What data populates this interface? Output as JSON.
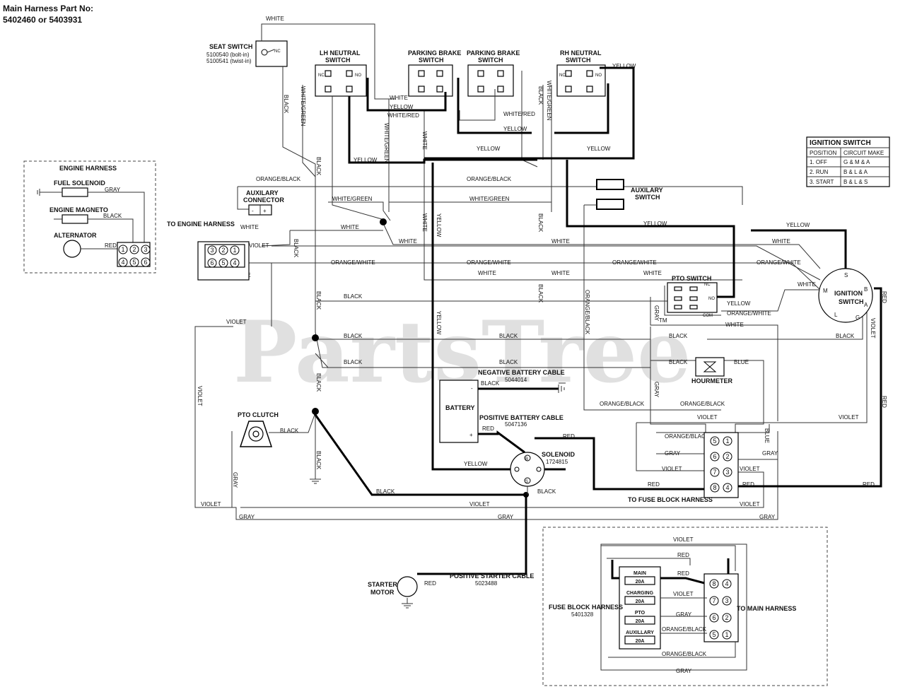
{
  "header": {
    "line1": "Main Harness Part No:",
    "line2": "5402460 or 5403931"
  },
  "watermark": {
    "text": "PartsTree",
    "tm": "TM"
  },
  "engine_harness": {
    "title": "ENGINE HARNESS",
    "fuel_solenoid": "FUEL SOLENOID",
    "engine_magneto": "ENGINE MAGNETO",
    "alternator": "ALTERNATOR",
    "wire_gray": "GRAY",
    "wire_black": "BLACK",
    "wire_red": "RED",
    "pins": [
      "1",
      "2",
      "3",
      "4",
      "5",
      "6"
    ]
  },
  "seat_switch": {
    "title": "SEAT SWITCH",
    "part1": "5100540 (bolt-in)",
    "part2": "5100541 (twist-in)",
    "nc": "NC"
  },
  "switches": {
    "lh_neutral": [
      "LH NEUTRAL",
      "SWITCH"
    ],
    "parking_brake_1": [
      "PARKING BRAKE",
      "SWITCH"
    ],
    "parking_brake_2": [
      "PARKING BRAKE",
      "SWITCH"
    ],
    "rh_neutral": [
      "RH NEUTRAL",
      "SWITCH"
    ],
    "nc": "NC",
    "no": "NO"
  },
  "ignition_table": {
    "title": "IGNITION SWITCH",
    "headers": [
      "POSITION",
      "CIRCUIT MAKE"
    ],
    "rows": [
      [
        "1. OFF",
        "G & M & A"
      ],
      [
        "2. RUN",
        "B & L & A"
      ],
      [
        "3. START",
        "B & L & S"
      ]
    ]
  },
  "auxiliary_connector": [
    "AUXILARY",
    "CONNECTOR"
  ],
  "auxiliary_switch": [
    "AUXILARY",
    "SWITCH"
  ],
  "to_engine_harness": "TO ENGINE HARNESS",
  "engine_connector_pins": [
    "3",
    "2",
    "1",
    "6",
    "5",
    "4"
  ],
  "pto_switch": {
    "title": "PTO SWITCH",
    "nc": "NC",
    "no": "NO",
    "com": "COM"
  },
  "ignition_switch": {
    "title1": "IGNITION",
    "title2": "SWITCH",
    "terminals": [
      "S",
      "B",
      "A",
      "G",
      "L",
      "M"
    ]
  },
  "hourmeter": "HOURMETER",
  "negative_cable": {
    "title": "NEGATIVE BATTERY CABLE",
    "part": "5044014"
  },
  "positive_cable": {
    "title": "POSITIVE BATTERY CABLE",
    "part": "5047136"
  },
  "battery": {
    "title": "BATTERY",
    "neg": "-",
    "pos": "+"
  },
  "solenoid": {
    "title": "SOLENOID",
    "part": "1724815",
    "b": "B",
    "s": "S"
  },
  "pto_clutch": "PTO CLUTCH",
  "starter": {
    "title1": "STARTER",
    "title2": "MOTOR",
    "cable": "POSITIVE STARTER CABLE",
    "part": "5023488"
  },
  "to_fuse_block_harness": "TO FUSE BLOCK HARNESS",
  "main_connector_pins": [
    "5",
    "1",
    "6",
    "2",
    "7",
    "3",
    "8",
    "4"
  ],
  "fuse_block": {
    "title": "FUSE BLOCK HARNESS",
    "part": "5401328",
    "to_main": "TO MAIN HARNESS",
    "fuses": [
      {
        "name": "MAIN",
        "rating": "20A"
      },
      {
        "name": "CHARGING",
        "rating": "20A"
      },
      {
        "name": "PTO",
        "rating": "20A"
      },
      {
        "name": "AUXILLARY",
        "rating": "20A"
      }
    ],
    "pins": [
      "8",
      "4",
      "7",
      "3",
      "6",
      "2",
      "5",
      "1"
    ]
  },
  "wires": {
    "white": "WHITE",
    "black": "BLACK",
    "yellow": "YELLOW",
    "white_red": "WHITE/RED",
    "white_green": "WHITE/GREEN",
    "orange_black": "ORANGE/BLACK",
    "orange_white": "ORANGE/WHITE",
    "violet": "VIOLET",
    "gray": "GRAY",
    "red": "RED",
    "blue": "BLUE"
  }
}
